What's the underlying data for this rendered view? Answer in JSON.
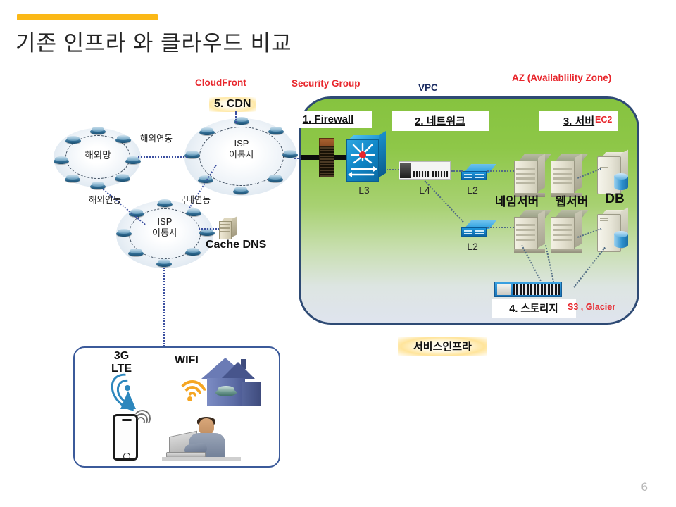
{
  "slide": {
    "title": "기존 인프라 와 클라우드 비교",
    "page_number": "6",
    "accent_bar_color": "#fbb816"
  },
  "aws_labels": {
    "cloudfront": "CloudFront",
    "security_group": "Security Group",
    "vpc": "VPC",
    "az": "AZ (Availablility Zone)",
    "ec2": "EC2",
    "s3_glacier": "S3 , Glacier",
    "red": "#e8262c",
    "vpc_color": "#1c2d62"
  },
  "numbered_captions": {
    "cdn": {
      "num": "5.",
      "text": " CDN"
    },
    "firewall": {
      "num": "1.",
      "text": " Firewall"
    },
    "network": {
      "num": "2.",
      "text": " 네트워크"
    },
    "server": {
      "num": "3.",
      "text": " 서버"
    },
    "storage": {
      "num": "4.",
      "text": " 스토리지"
    }
  },
  "service_infra_caption": "서비스인프라",
  "left_network": {
    "clouds": [
      {
        "id": "overseas",
        "name_line1": "해외망",
        "name_line2": ""
      },
      {
        "id": "isp-upper",
        "name_line1": "ISP",
        "name_line2": "이통사"
      },
      {
        "id": "isp-lower",
        "name_line1": "ISP",
        "name_line2": "이통사"
      }
    ],
    "edges": [
      {
        "id": "overseas-to-isp-upper",
        "label": "해외연동"
      },
      {
        "id": "overseas-to-isp-lower",
        "label": "해외연동"
      },
      {
        "id": "isp-lower-to-isp-upper",
        "label": "국내연동"
      }
    ],
    "cache_dns_label": "Cache DNS"
  },
  "az_zone": {
    "devices": [
      {
        "id": "firewall",
        "label": ""
      },
      {
        "id": "l3-router",
        "label": "L3"
      },
      {
        "id": "l4-switch",
        "label": "L4"
      },
      {
        "id": "l2-switch-top",
        "label": "L2"
      },
      {
        "id": "l2-switch-bottom",
        "label": "L2"
      }
    ],
    "server_labels": {
      "name_server": "네임서버",
      "web_server": "웹서버",
      "db": "DB"
    }
  },
  "client_box": {
    "mobile_label_line1": "3G",
    "mobile_label_line2": "LTE",
    "wifi_label": "WIFI"
  }
}
